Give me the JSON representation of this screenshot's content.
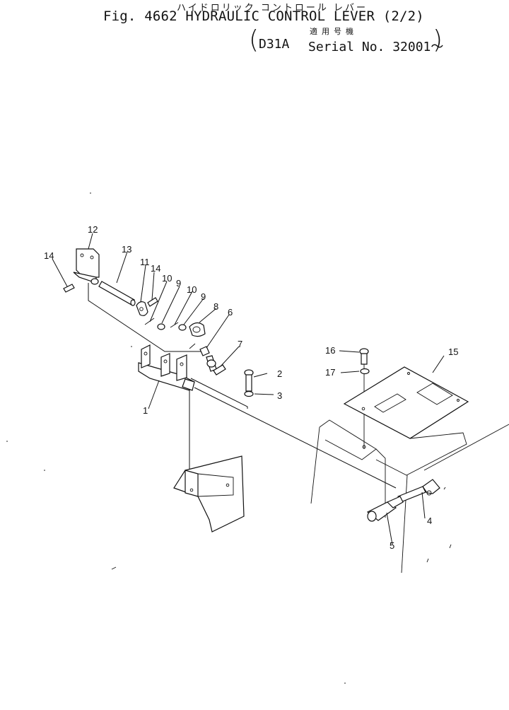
{
  "header": {
    "jp_title": "ハイドロリック コントロール レバー",
    "fig_title": "Fig. 4662 HYDRAULIC CONTROL LEVER (2/2)",
    "jp_applicable": "適用号機",
    "model": "D31A",
    "serial": "Serial No. 32001～"
  },
  "callouts": [
    "12",
    "13",
    "14",
    "11",
    "14",
    "10",
    "9",
    "10",
    "9",
    "8",
    "6",
    "7",
    "2",
    "3",
    "1",
    "16",
    "17",
    "15",
    "4",
    "5"
  ]
}
